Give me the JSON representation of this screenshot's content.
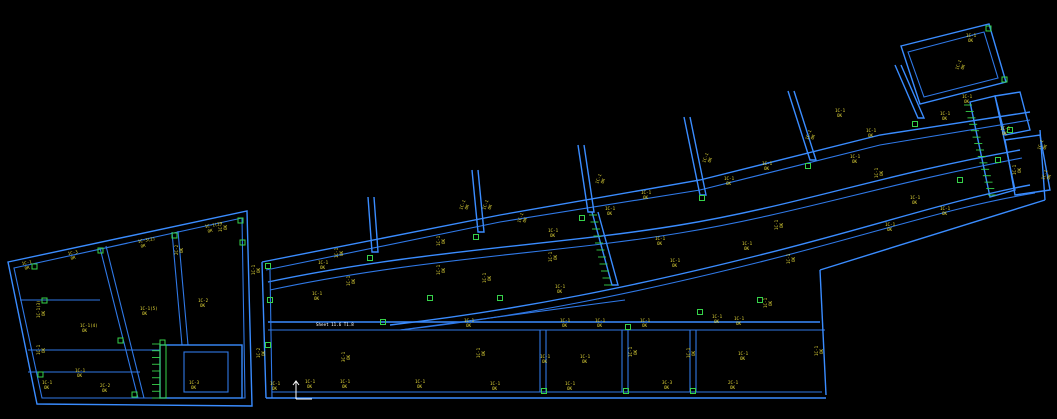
{
  "drawing": {
    "background": "#000000",
    "wall_color": "#3a8cff",
    "column_color": "#36d24a",
    "label_color": "#e8dc3a",
    "ucs_icon": "ucs-axis-icon"
  },
  "labels": {
    "l01": "1C-1",
    "l02": "1C-3",
    "l03": "1C-3(2)",
    "l04": "1C-1(2)",
    "l05": "1C-1(3)",
    "l06": "1C-1(4)",
    "l07": "1C-1(5)",
    "l08": "1C-2",
    "l09": "2C-2",
    "l10": "1C-1",
    "l11": "1C-1",
    "l12": "2C-2",
    "l13": "1C-1",
    "l14": "1C-3",
    "l15": "1C-2",
    "l16": "1C-1",
    "l17": "1C-1",
    "l18": "1C-1",
    "l19": "1C-1",
    "l20": "1C-1",
    "l21": "1C-1",
    "l22": "1C-1",
    "l23": "3C-3",
    "l24": "2C-1",
    "l25": "3C-1",
    "l26": "1C-1",
    "l27": "1C-1",
    "l28": "1C-1",
    "l29": "1C-1",
    "l30": "1C-1",
    "l31": "1C-1",
    "l32": "1C-1",
    "l33": "1C-1",
    "l34": "1C-1",
    "l35": "1C-1",
    "l36": "1C-1",
    "l37": "1C-1",
    "l38": "1C-1",
    "l39": "1C-1",
    "l40": "1C-1",
    "l41": "1C-1",
    "l42": "1C-1",
    "l43": "1C-1",
    "l44": "1C-1",
    "l45": "1C-1",
    "l46": "1C-1",
    "l47": "1C-1",
    "l48": "1C-1",
    "l49": "1C-1",
    "l50": "1C-1",
    "l51": "1C-1",
    "l52": "1C-1",
    "l53": "1C-1",
    "l54": "1C-1",
    "l55": "1C-1",
    "l56": "1C-1",
    "l57": "1C-1",
    "l58": "1C-1",
    "l59": "1C-1",
    "l60": "1C-1",
    "l61": "1C-1",
    "l62": "1C-1",
    "l63": "1C-1",
    "l64": "1C-1",
    "l65": "1C-1",
    "l66": "1C-1",
    "l67": "1C-1",
    "l68": "1C-1",
    "l69": "1C-1",
    "l70": "1C-1",
    "l71": "1C-1",
    "l72": "1C-1",
    "l73": "1C-1",
    "l74": "1C-1",
    "l75": "1C-1",
    "l76": "1C-1",
    "l77": "1C-1",
    "l78": "1C-1",
    "l79": "1C-1",
    "l80": "1C-1",
    "ok": "OK",
    "beam_note": "Sheet 11.6 T1.8"
  }
}
